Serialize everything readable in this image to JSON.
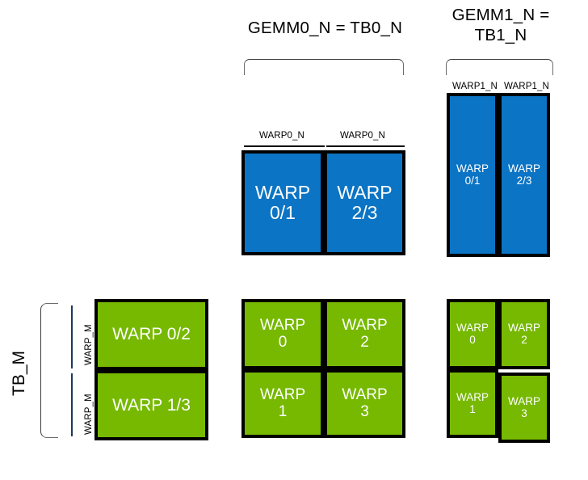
{
  "diagram": {
    "title_gemm0": "GEMM0_N = TB0_N",
    "title_gemm1_line1": "GEMM1_N =",
    "title_gemm1_line2": "TB1_N",
    "tb_m_label": "TB_M",
    "colors": {
      "blue": "#0B74C4",
      "green": "#76B900",
      "border": "#000000",
      "text_on_fill": "#ffffff",
      "brace": "#404040"
    },
    "captions": {
      "warp0_n_left": "WARP0_N",
      "warp0_n_right": "WARP0_N",
      "warp1_n_left": "WARP1_N",
      "warp1_n_right": "WARP1_N",
      "warp_m_top": "WARP_M",
      "warp_m_bottom": "WARP_M"
    },
    "blue_gemm0": {
      "cells": [
        {
          "label": "WARP\n0/1"
        },
        {
          "label": "WARP\n2/3"
        }
      ]
    },
    "blue_gemm1": {
      "cells": [
        {
          "label": "WARP\n0/1"
        },
        {
          "label": "WARP\n2/3"
        }
      ]
    },
    "green_left": {
      "cells": [
        {
          "label": "WARP 0/2"
        },
        {
          "label": "WARP 1/3"
        }
      ]
    },
    "green_middle": {
      "cells": [
        {
          "label": "WARP\n0"
        },
        {
          "label": "WARP\n2"
        },
        {
          "label": "WARP\n1"
        },
        {
          "label": "WARP\n3"
        }
      ]
    },
    "green_right": {
      "cells": [
        {
          "label": "WARP\n0"
        },
        {
          "label": "WARP\n2"
        },
        {
          "label": "WARP\n1"
        },
        {
          "label": "WARP\n3"
        }
      ]
    }
  }
}
